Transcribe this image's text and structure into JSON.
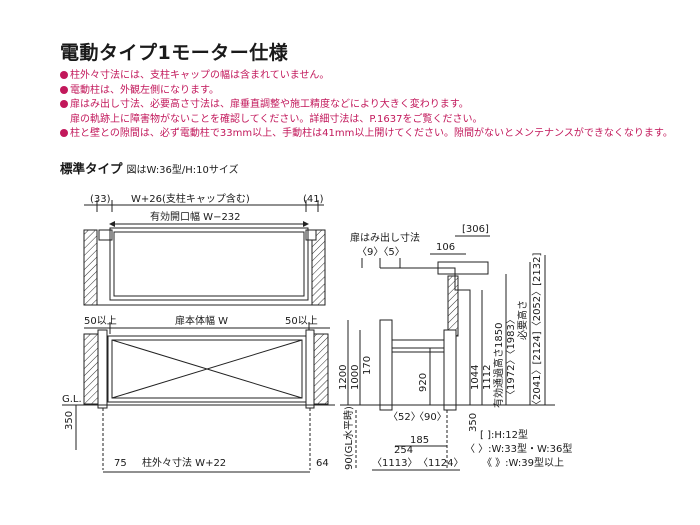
{
  "title": "電動タイプ1モーター仕様",
  "notes": [
    {
      "bullet": true,
      "text": "柱外々寸法には、支柱キャップの幅は含まれていません。"
    },
    {
      "bullet": true,
      "text": "電動柱は、外観左側になります。"
    },
    {
      "bullet": true,
      "text": "扉はみ出し寸法、必要高さ寸法は、扉垂直調整や施工精度などにより大きく変わります。"
    },
    {
      "bullet": false,
      "text": "扉の軌跡上に障害物がないことを確認してください。詳細寸法は、P.1637をご覧ください。"
    },
    {
      "bullet": true,
      "text": "柱と壁との隙間は、必ず電動柱で33mm以上、手動柱は41mm以上開けてください。隙間がないとメンテナンスができなくなります。"
    }
  ],
  "section": {
    "label": "標準タイプ",
    "caption": "図はW:36型/H:10サイズ"
  },
  "plan": {
    "left_gap": "(33)",
    "right_gap": "(41)",
    "overall": "W+26(支柱キャップ含む)",
    "opening": "有効開口幅 W−232"
  },
  "elevation": {
    "left_margin": "50以上",
    "right_margin": "50以上",
    "door_width": "扉本体幅 W",
    "gl": "G.L.",
    "depth": "350",
    "post_left": "75",
    "post_right": "64",
    "post_outer": "柱外々寸法 W+22"
  },
  "section_view": {
    "swing_label": "扉はみ出し寸法",
    "swing_values": "〈9〉〈5〉",
    "dim_306": "[306]",
    "dim_106": "106",
    "dim_1200": "1200",
    "dim_1000": "1000",
    "dim_170": "170",
    "dim_920": "920",
    "dim_1044": "1044",
    "dim_1112": "1112",
    "dim_passage": "有効通過高さ1850",
    "dim_passage_alt": "〈1972〉〈1983〉",
    "dim_required": "必要高さ",
    "dim_required_alt": "〈2041〉[2124]〈2052〉[2132]",
    "dim_52": "〈52〉",
    "dim_90": "〈90〉",
    "dim_350": "350",
    "level_note": "90(GL水平時)",
    "dim_185": "185",
    "dim_254": "254",
    "dim_1113": "〈1113〉",
    "dim_1124": "〈1124〉"
  },
  "legend": [
    "[ ]:H:12型",
    "〈 〉:W:33型・W:36型",
    "《 》:W:39型以上"
  ]
}
